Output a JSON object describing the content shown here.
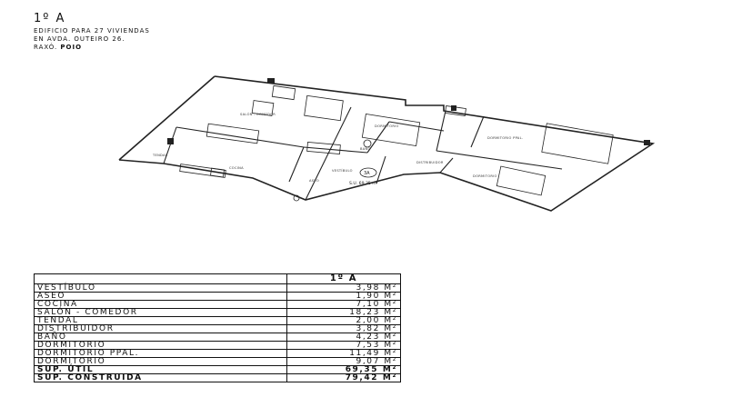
{
  "header": {
    "unit": "1º A",
    "line1": "EDIFICIO PARA 27 VIVIENDAS",
    "line2": "EN AVDA. OUTEIRO 26.",
    "line3_prefix": "RAXÓ. ",
    "line3_bold": "POIO"
  },
  "plan": {
    "unit_code": "3A",
    "useful_area": "S.U. 69,35 m²",
    "rooms": [
      "SALÓN - COMEDOR",
      "DORMITORIO",
      "DORMITORIO PPAL.",
      "DISTRIBUIDOR",
      "DORMITORIO",
      "VESTÍBULO",
      "BAÑO",
      "ASEO",
      "COCINA",
      "TENDAL"
    ]
  },
  "table": {
    "header": "1º A",
    "rows": [
      {
        "name": "VESTÍBULO",
        "value": "3,98 m²"
      },
      {
        "name": "ASEO",
        "value": "1,90 m²"
      },
      {
        "name": "COCINA",
        "value": "7,10 m²"
      },
      {
        "name": "SALÓN - COMEDOR",
        "value": "18,23 m²"
      },
      {
        "name": "TENDAL",
        "value": "2,00 m²"
      },
      {
        "name": "DISTRIBUIDOR",
        "value": "3,82 m²"
      },
      {
        "name": "BAÑO",
        "value": "4,23 m²"
      },
      {
        "name": "DORMITORIO",
        "value": "7,53 m²"
      },
      {
        "name": "DORMITORIO PPAL.",
        "value": "11,49 m²"
      },
      {
        "name": "DORMITORIO",
        "value": "9,07 m²"
      }
    ],
    "totals": [
      {
        "name": "SUP. ÚTIL",
        "value": "69,35 m²"
      },
      {
        "name": "SUP. CONSTRUIDA",
        "value": "79,42 m²"
      }
    ]
  }
}
